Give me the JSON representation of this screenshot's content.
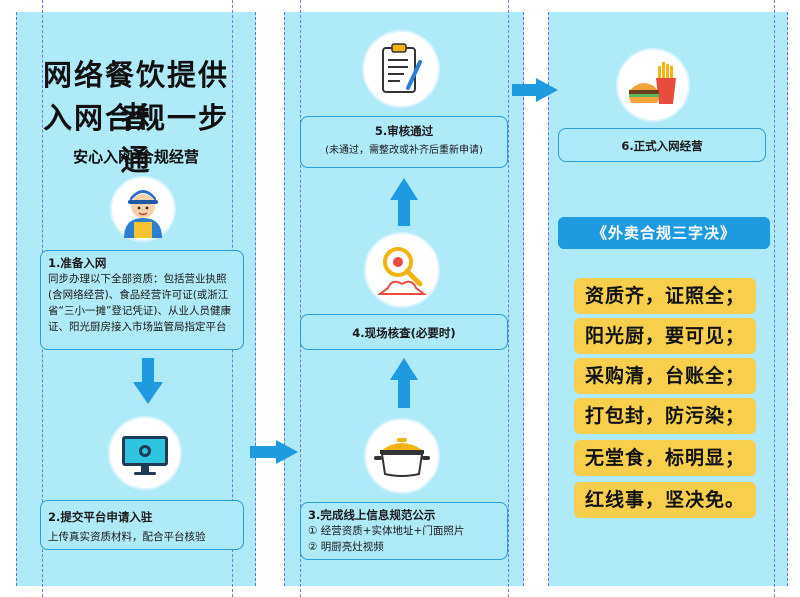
{
  "title": {
    "line1": "网络餐饮提供者",
    "line2": "入网合规一步通",
    "subtitle": "安心入网·合规经营"
  },
  "steps": {
    "step1": {
      "heading": "1.准备入网",
      "desc": "同步办理以下全部资质：包括营业执照(含网络经营)、食品经营许可证(或浙江省“三小一摊”登记凭证)、从业人员健康证、阳光厨房接入市场监管局指定平台"
    },
    "step2": {
      "heading": "2.提交平台申请入驻",
      "desc": "上传真实资质材料，配合平台核验"
    },
    "step3": {
      "heading": "3.完成线上信息规范公示",
      "items": [
        "① 经营资质+实体地址+门面照片",
        "② 明厨亮灶视频"
      ]
    },
    "step4": {
      "heading": "4.现场核查(必要时)"
    },
    "step5": {
      "heading": "5.审核通过",
      "note": "(未通过，需整改或补齐后重新申请)"
    },
    "step6": {
      "heading": "6.正式入网经营"
    }
  },
  "rules": {
    "title": "《外卖合规三字决》",
    "items": [
      "资质齐，证照全；",
      "阳光厨，要可见；",
      "采购清，台账全；",
      "打包封，防污染；",
      "无堂食，标明显；",
      "红线事，坚决免。"
    ]
  },
  "icons": [
    "worker-avatar-icon",
    "monitor-icon",
    "cooking-pot-icon",
    "magnifier-location-icon",
    "clipboard-icon",
    "burger-fries-icon"
  ],
  "colors": {
    "panel": "#aeeaf7",
    "accent_blue": "#1e9be0",
    "rule_yellow": "#f8cf4c",
    "card_border": "#2a9fd8"
  }
}
